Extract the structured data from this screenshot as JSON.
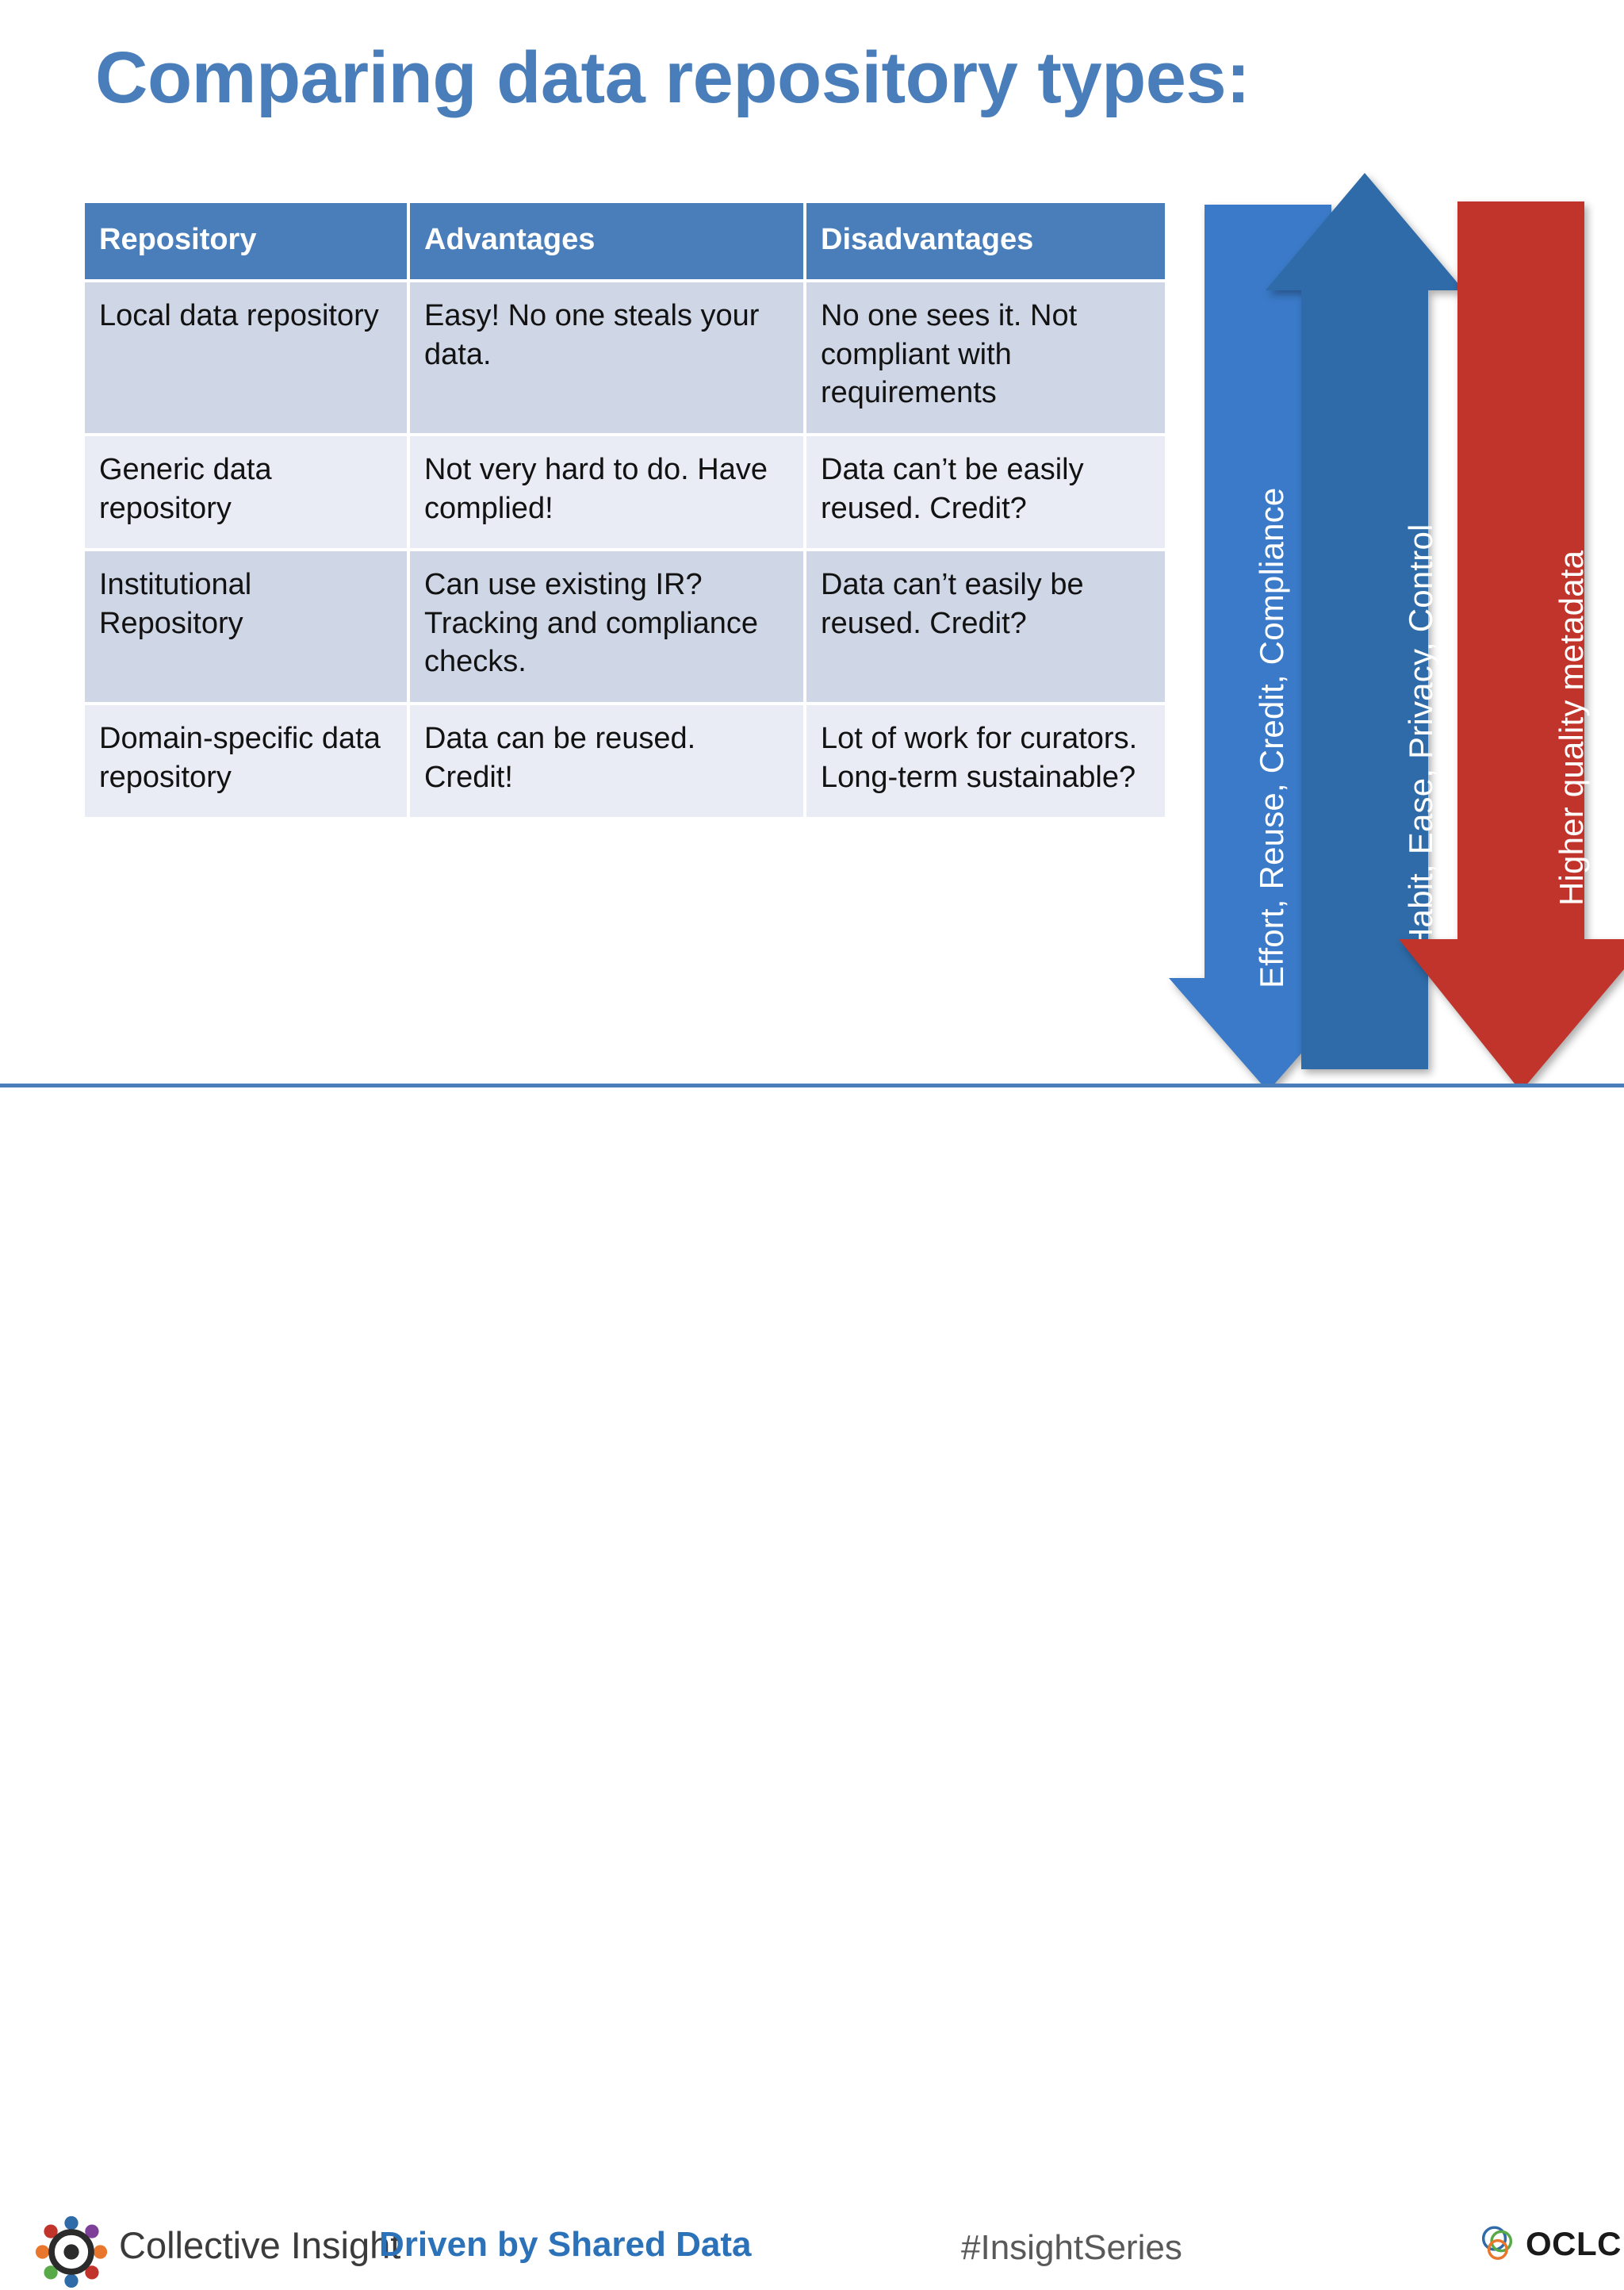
{
  "slide": {
    "title": "Comparing data repository types:",
    "title_color": "#4A7EBB"
  },
  "table": {
    "headers": [
      "Repository",
      "Advantages",
      "Disadvantages"
    ],
    "header_bg": "#4A7EBB",
    "row_dark_bg": "#CFD7E6",
    "row_light_bg": "#E9ECF5",
    "rows": [
      {
        "repository": "Local data repository",
        "advantages": "Easy! No one steals your data.",
        "disadvantages": "No one sees it. Not compliant with requirements"
      },
      {
        "repository": "Generic data repository",
        "advantages": "Not very hard to do. Have complied!",
        "disadvantages": "Data can’t be easily reused. Credit?"
      },
      {
        "repository": "Institutional Repository",
        "advantages": "Can use existing IR? Tracking and compliance checks.",
        "disadvantages": "Data can’t easily be reused. Credit?"
      },
      {
        "repository": "Domain-specific data repository",
        "advantages": "Data can be reused. Credit!",
        "disadvantages": "Lot of work for curators. Long-term sustainable?"
      }
    ]
  },
  "arrows": [
    {
      "name": "effort-reuse-credit-compliance",
      "label": "Effort, Reuse, Credit, Compliance",
      "direction": "down",
      "color": "#3A7AC8"
    },
    {
      "name": "habit-ease-privacy-control",
      "label": "Habit, Ease, Privacy, Control",
      "direction": "up",
      "color": "#2E6BA8"
    },
    {
      "name": "higher-quality-metadata",
      "label": "Higher quality metadata",
      "direction": "down",
      "color": "#C0342C"
    }
  ],
  "footer": {
    "brand_name": "Collective Insight",
    "brand_tagline": "Driven by Shared Data",
    "hashtag": "#InsightSeries",
    "partner": "OCLC",
    "partner_tm": "™",
    "rule_color": "#4A7EBB",
    "tagline_color": "#2C72B8"
  }
}
